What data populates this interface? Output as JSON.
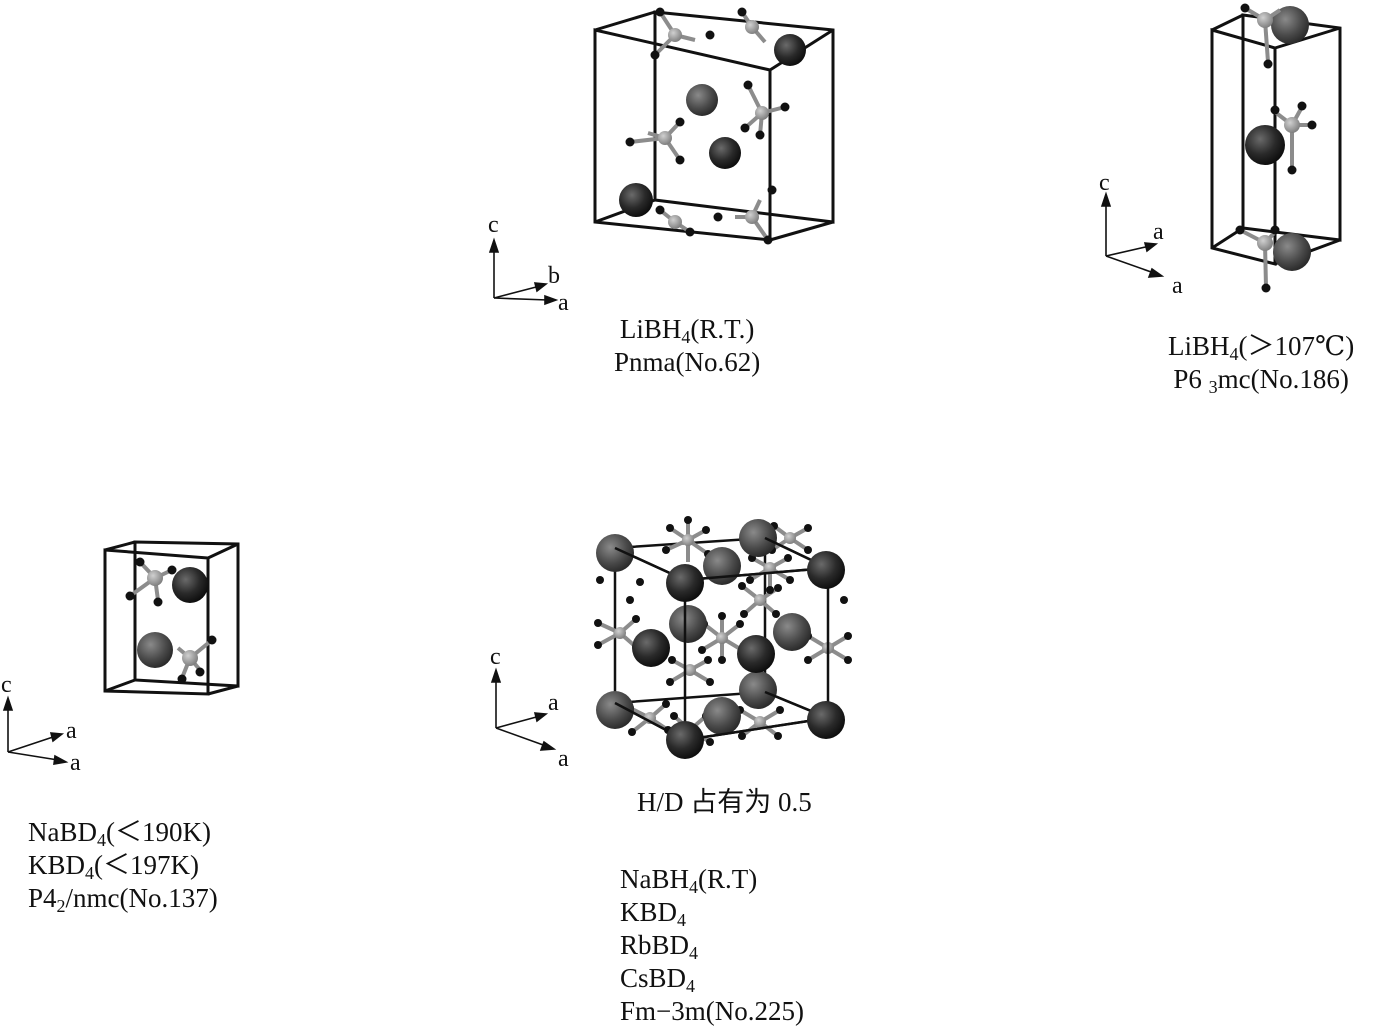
{
  "colors": {
    "ink": "#111111",
    "anion_atom": "#8c8c8c",
    "cation_dark": "#151515",
    "cation_mid": "#3a3a3a"
  },
  "structures": [
    {
      "id": "libh4-rt",
      "axes": [
        "c",
        "b",
        "a"
      ],
      "caption": [
        {
          "pre": "LiBH",
          "sub": "4",
          "post": "(R.T.)"
        },
        {
          "pre": "Pnma(No.62)",
          "sub": "",
          "post": ""
        }
      ]
    },
    {
      "id": "libh4-ht",
      "axes": [
        "c",
        "a",
        "a"
      ],
      "caption": [
        {
          "pre": "LiBH",
          "sub": "4",
          "post": "(＞107℃)"
        },
        {
          "pre": "P6 ",
          "sub": "3",
          "post": "mc(No.186)"
        }
      ]
    },
    {
      "id": "nabd4-lt",
      "axes": [
        "c",
        "a",
        "a"
      ],
      "caption": [
        {
          "pre": "NaBD",
          "sub": "4",
          "post": "(＜190K)"
        },
        {
          "pre": "KBD",
          "sub": "4",
          "post": "(＜197K)"
        },
        {
          "pre": "P4",
          "sub": "2",
          "post": "/nmc(No.137)"
        }
      ]
    },
    {
      "id": "nabh4-rt",
      "axes": [
        "c",
        "a",
        "a"
      ],
      "note": "H/D 占有为 0.5",
      "caption": [
        {
          "pre": "NaBH",
          "sub": "4",
          "post": "(R.T)"
        },
        {
          "pre": "KBD",
          "sub": "4",
          "post": ""
        },
        {
          "pre": "RbBD",
          "sub": "4",
          "post": ""
        },
        {
          "pre": "CsBD",
          "sub": "4",
          "post": ""
        },
        {
          "pre": "Fm−3m(No.225)",
          "sub": "",
          "post": ""
        }
      ]
    }
  ]
}
